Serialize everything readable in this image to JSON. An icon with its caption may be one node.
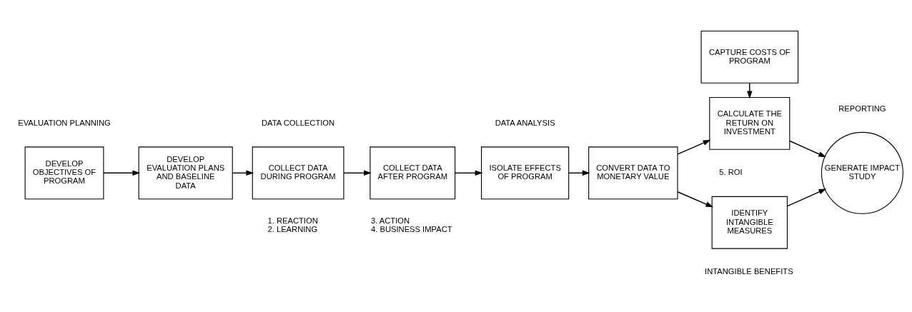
{
  "diagram": {
    "nodes": [
      {
        "text": [
          "DEVELOP OBJECTIVES OF PROGRAM"
        ]
      },
      {
        "text": [
          "DEVELOP EVALUATION PLANS AND BASELINE DATA"
        ]
      },
      {
        "text": [
          "COLLECT DATA DURING PROGRAM"
        ],
        "beside": [
          "1. REACTION",
          "2. LEARNING"
        ]
      },
      {
        "text": [
          "COLLECT DATA AFTER PROGRAM"
        ],
        "beside": [
          "3. ACTION",
          "4. BUSINESS IMPACT"
        ]
      },
      {
        "text": [
          "ISOLATE EFFECTS OF PROGRAM"
        ]
      },
      {
        "text": [
          "CONVERT DATA TO MONETARY VALUE"
        ]
      },
      {
        "text": [
          "CAPTURE COSTS OF PROGRAM"
        ]
      },
      {
        "text": [
          "CALCULATE THE RETURN ON INVESTMENT"
        ],
        "beside": [
          "5. ROI"
        ]
      },
      {
        "text": [
          "IDENTIFY INTANGIBLE MEASURES"
        ],
        "beside": [
          "INTANGIBLE BENEFITS"
        ]
      },
      {
        "text": [
          "GENERATE IMPACT STUDY"
        ]
      }
    ],
    "edges": [
      {
        "from": 0,
        "to": 1,
        "arrow": "to"
      },
      {
        "from": 1,
        "to": 2,
        "arrow": "to"
      },
      {
        "from": 2,
        "to": 3,
        "arrow": "to"
      },
      {
        "from": 3,
        "to": 4,
        "arrow": "to"
      },
      {
        "from": 4,
        "to": 5,
        "arrow": "to"
      },
      {
        "from": 5,
        "to": 7,
        "arrow": "to"
      },
      {
        "from": 5,
        "to": 8,
        "arrow": "to"
      },
      {
        "from": 6,
        "to": 7,
        "arrow": "to"
      },
      {
        "from": 7,
        "to": 9,
        "arrow": "to"
      },
      {
        "from": 8,
        "to": 9,
        "arrow": "to"
      }
    ],
    "labels": [
      "EVALUATION PLANNING",
      "DATA COLLECTION",
      "DATA ANALYSIS",
      "REPORTING"
    ]
  }
}
